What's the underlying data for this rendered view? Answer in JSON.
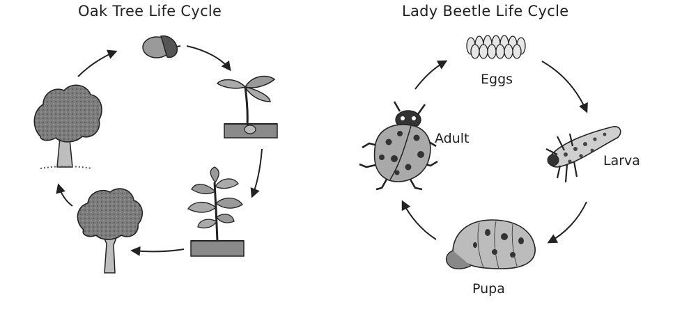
{
  "oak": {
    "title": "Oak Tree Life Cycle",
    "stages": [
      "acorn",
      "sprout",
      "seedling",
      "young-tree",
      "mature-tree"
    ]
  },
  "beetle": {
    "title": "Lady Beetle Life Cycle",
    "labels": {
      "eggs": "Eggs",
      "larva": "Larva",
      "pupa": "Pupa",
      "adult": "Adult"
    }
  },
  "colors": {
    "ink": "#222222",
    "fill_dark": "#6b6b6b",
    "fill_mid": "#8f8f8f",
    "fill_light": "#c9c9c9",
    "ground": "#8a8a8a"
  }
}
